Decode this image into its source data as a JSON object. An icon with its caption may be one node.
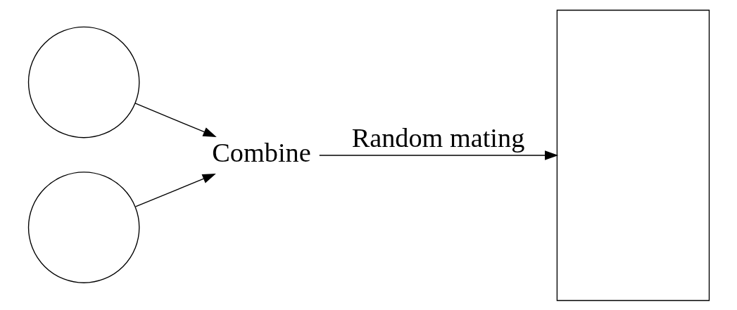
{
  "diagram": {
    "nodes": [
      {
        "text": [],
        "shape": "circle"
      },
      {
        "text": [],
        "shape": "circle"
      },
      {
        "text": [
          "Combine"
        ]
      },
      {
        "text": [],
        "shape": "box"
      }
    ],
    "edges": [
      {
        "from": 0,
        "to": 2,
        "arrow": "to"
      },
      {
        "from": 1,
        "to": 2,
        "arrow": "to"
      },
      {
        "from": 2,
        "to": 3,
        "arrow": "to",
        "label": "Random mating"
      }
    ]
  }
}
